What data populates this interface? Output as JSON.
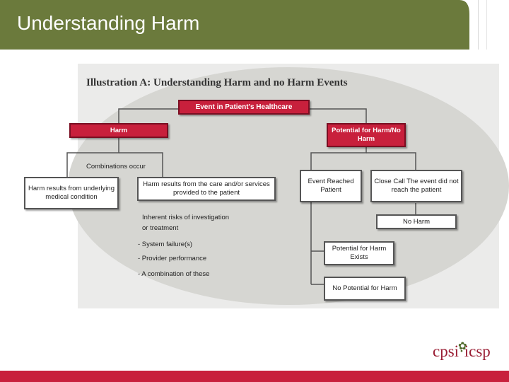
{
  "header": {
    "title": "Understanding Harm"
  },
  "illustration": {
    "title": "Illustration A: Understanding Harm and no Harm Events",
    "root": "Event in Patient's Healthcare",
    "harm": "Harm",
    "potential": "Potential for Harm/No Harm",
    "combinations": "Combinations occur",
    "harm_underlying": "Harm results from underlying medical condition",
    "harm_care": "Harm results from the care and/or services provided to the patient",
    "inherent": [
      "Inherent risks of investigation",
      "or treatment"
    ],
    "causes": [
      "- System failure(s)",
      "- Provider performance",
      "- A combination of these"
    ],
    "event_reached": "Event Reached Patient",
    "close_call": "Close Call The event did not reach the patient",
    "no_harm": "No Harm",
    "potential_exists": "Potential for Harm Exists",
    "no_potential": "No Potential for Harm"
  },
  "logo": {
    "left": "cpsi",
    "right": "icsp"
  },
  "colors": {
    "header": "#6b7a3c",
    "accent": "#c8203c",
    "ellipse": "#e3e3e0"
  }
}
